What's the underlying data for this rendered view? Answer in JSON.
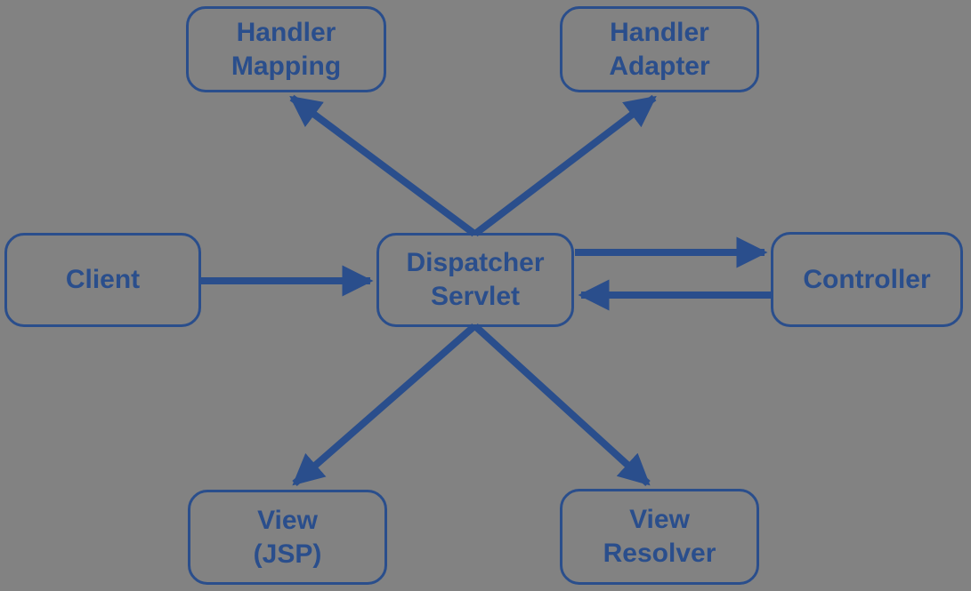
{
  "diagram": {
    "type": "flow-diagram",
    "colors": {
      "background": "#828282",
      "accent": "#2A4E8C"
    },
    "nodes": {
      "handler_mapping": {
        "line1": "Handler",
        "line2": "Mapping"
      },
      "handler_adapter": {
        "line1": "Handler",
        "line2": "Adapter"
      },
      "client": {
        "line1": "Client"
      },
      "dispatcher_servlet": {
        "line1": "Dispatcher",
        "line2": "Servlet"
      },
      "controller": {
        "line1": "Controller"
      },
      "view_jsp": {
        "line1": "View",
        "line2": "(JSP)"
      },
      "view_resolver": {
        "line1": "View",
        "line2": "Resolver"
      }
    },
    "edges": [
      {
        "from": "Client",
        "to": "Dispatcher Servlet",
        "direction": "right"
      },
      {
        "from": "Dispatcher Servlet",
        "to": "Handler Mapping",
        "direction": "up-left"
      },
      {
        "from": "Dispatcher Servlet",
        "to": "Handler Adapter",
        "direction": "up-right"
      },
      {
        "from": "Dispatcher Servlet",
        "to": "Controller",
        "direction": "right"
      },
      {
        "from": "Controller",
        "to": "Dispatcher Servlet",
        "direction": "left"
      },
      {
        "from": "Dispatcher Servlet",
        "to": "View (JSP)",
        "direction": "down-left"
      },
      {
        "from": "Dispatcher Servlet",
        "to": "View Resolver",
        "direction": "down-right"
      }
    ]
  }
}
